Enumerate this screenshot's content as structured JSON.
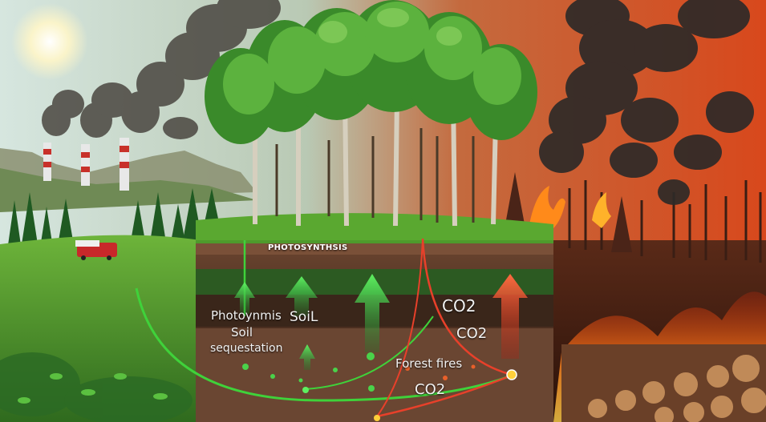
{
  "labels": {
    "photosynthesis_top": "PHOTOSYNTHSIS",
    "photosynthesis_left": "Photoynmis",
    "soil_left": "Soil",
    "sequestation": "sequestation",
    "soil_center": "SoiL",
    "co2_upper": "CO2",
    "co2_middle": "CO2",
    "forest_fires": "Forest fires",
    "co2_lower": "CO2"
  },
  "colors": {
    "healthy_green": "#3fc23a",
    "fire_red": "#e8402a",
    "smoke": "#3a3a3a",
    "soil": "#5a3a28",
    "sky_left": "#cfe3dc",
    "sky_right": "#d24a1e"
  },
  "icons": {
    "absorb_arrow": "arrow-up-green",
    "emit_arrow": "arrow-up-red"
  }
}
